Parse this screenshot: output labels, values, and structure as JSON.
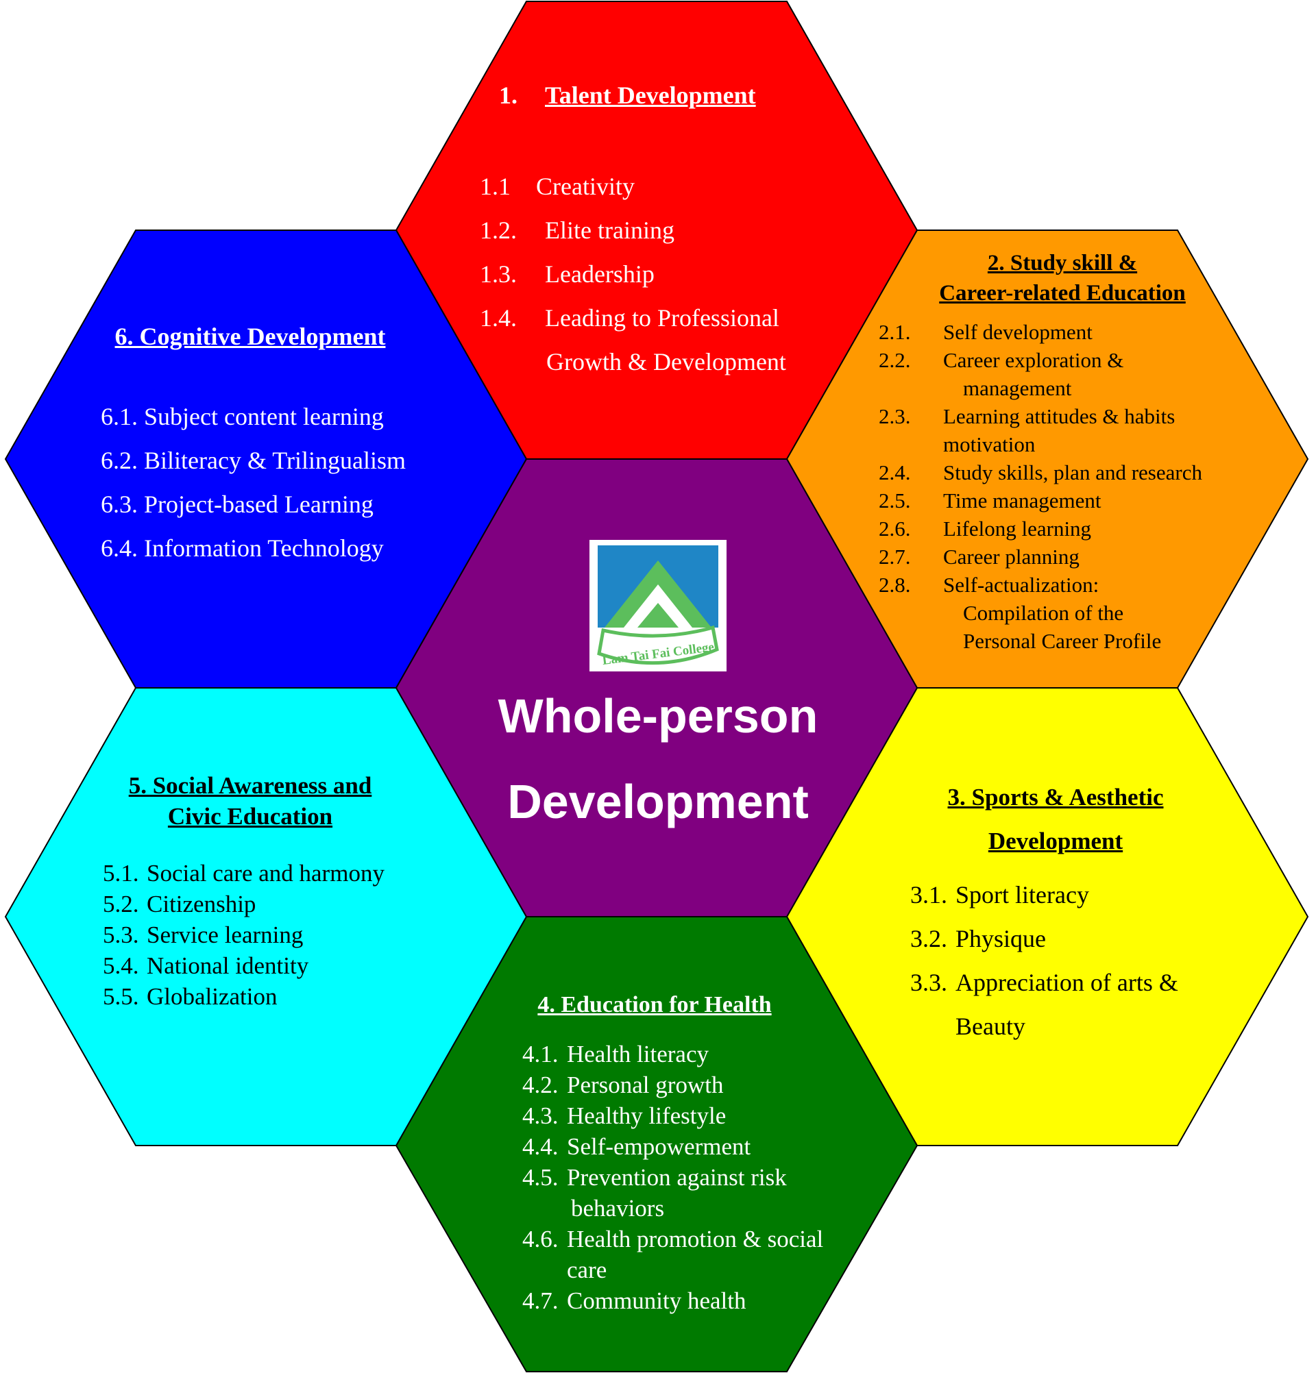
{
  "colors": {
    "talent": "#ff0000",
    "study": "#ff9900",
    "sports": "#ffff00",
    "health": "#007a00",
    "social": "#00ffff",
    "cognitive": "#0000ff",
    "center": "#800080",
    "logo_blue": "#1f86c6",
    "logo_green": "#5cbe5c"
  },
  "center": {
    "title_line1": "Whole-person",
    "title_line2": "Development",
    "logo_text": "Lam Tai Fai College"
  },
  "talent": {
    "title_num": "1.",
    "title": "Talent Development",
    "items": [
      {
        "num": "1.1",
        "text": "Creativity"
      },
      {
        "num": "1.2.",
        "text": "Elite training"
      },
      {
        "num": "1.3.",
        "text": "Leadership"
      },
      {
        "num": "1.4.",
        "text": "Leading to Professional",
        "cont": "Growth & Development"
      }
    ]
  },
  "study": {
    "title_line1": "2. Study skill &",
    "title_line2": "Career-related Education",
    "items": [
      {
        "num": "2.1.",
        "text": "Self development"
      },
      {
        "num": "2.2.",
        "text": "Career exploration &",
        "cont": "management"
      },
      {
        "num": "2.3.",
        "text": "Learning attitudes & habits",
        "cont": "motivation"
      },
      {
        "num": "2.4.",
        "text": "Study skills, plan and research"
      },
      {
        "num": "2.5.",
        "text": "Time management"
      },
      {
        "num": "2.6.",
        "text": "Lifelong learning"
      },
      {
        "num": "2.7.",
        "text": "Career planning"
      },
      {
        "num": "2.8.",
        "text": "Self-actualization:",
        "cont": "Compilation of the",
        "cont2": "Personal Career Profile"
      }
    ]
  },
  "sports": {
    "title_line1": "3. Sports & Aesthetic",
    "title_line2": "Development",
    "items": [
      {
        "num": "3.1.",
        "text": "Sport literacy"
      },
      {
        "num": "3.2.",
        "text": "Physique"
      },
      {
        "num": "3.3.",
        "text": "Appreciation of arts &",
        "cont": "Beauty"
      }
    ]
  },
  "health": {
    "title": "4. Education for Health",
    "items": [
      {
        "num": "4.1.",
        "text": "Health literacy"
      },
      {
        "num": "4.2.",
        "text": "Personal growth"
      },
      {
        "num": "4.3.",
        "text": "Healthy lifestyle"
      },
      {
        "num": "4.4.",
        "text": "Self-empowerment"
      },
      {
        "num": "4.5.",
        "text": "Prevention against risk",
        "cont": "behaviors"
      },
      {
        "num": "4.6.",
        "text": "Health promotion & social",
        "cont": "care"
      },
      {
        "num": "4.7.",
        "text": "Community health"
      }
    ]
  },
  "social": {
    "title_line1": "5. Social Awareness and",
    "title_line2": "Civic Education",
    "items": [
      {
        "num": "5.1.",
        "text": "Social care and harmony"
      },
      {
        "num": "5.2.",
        "text": "Citizenship"
      },
      {
        "num": "5.3.",
        "text": "Service learning"
      },
      {
        "num": "5.4.",
        "text": "National identity"
      },
      {
        "num": "5.5.",
        "text": "Globalization"
      }
    ]
  },
  "cognitive": {
    "title": "6. Cognitive Development",
    "items": [
      {
        "num": "6.1.",
        "text": "Subject content learning"
      },
      {
        "num": "6.2.",
        "text": "Biliteracy & Trilingualism"
      },
      {
        "num": "6.3.",
        "text": "Project-based Learning"
      },
      {
        "num": "6.4.",
        "text": "Information Technology"
      }
    ]
  }
}
